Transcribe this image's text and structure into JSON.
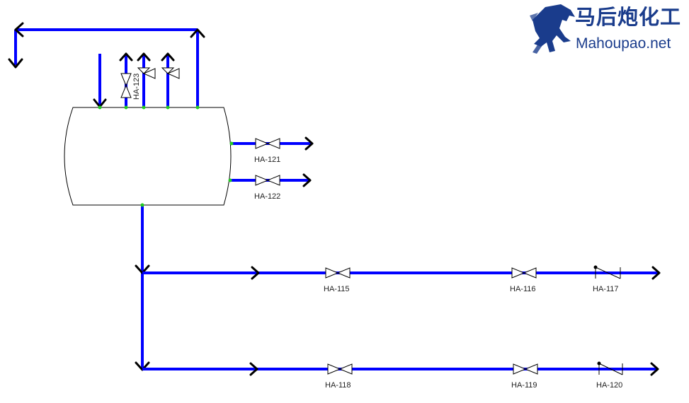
{
  "brand": {
    "cn_name": "马后炮化工",
    "site": "Mahoupao.net",
    "color": "#1a3c8c"
  },
  "colors": {
    "pipe": "#0000ff",
    "arrow": "#000000",
    "connection_dot": "#22cc22"
  },
  "top_valve_tag": "HA-123",
  "side_valves": [
    {
      "tag": "HA-121"
    },
    {
      "tag": "HA-122"
    }
  ],
  "branch_upper": {
    "valves": [
      {
        "tag": "HA-115",
        "type": "gate"
      },
      {
        "tag": "HA-116",
        "type": "gate"
      },
      {
        "tag": "HA-117",
        "type": "check"
      }
    ]
  },
  "branch_lower": {
    "valves": [
      {
        "tag": "HA-118",
        "type": "gate"
      },
      {
        "tag": "HA-119",
        "type": "gate"
      },
      {
        "tag": "HA-120",
        "type": "check"
      }
    ]
  }
}
